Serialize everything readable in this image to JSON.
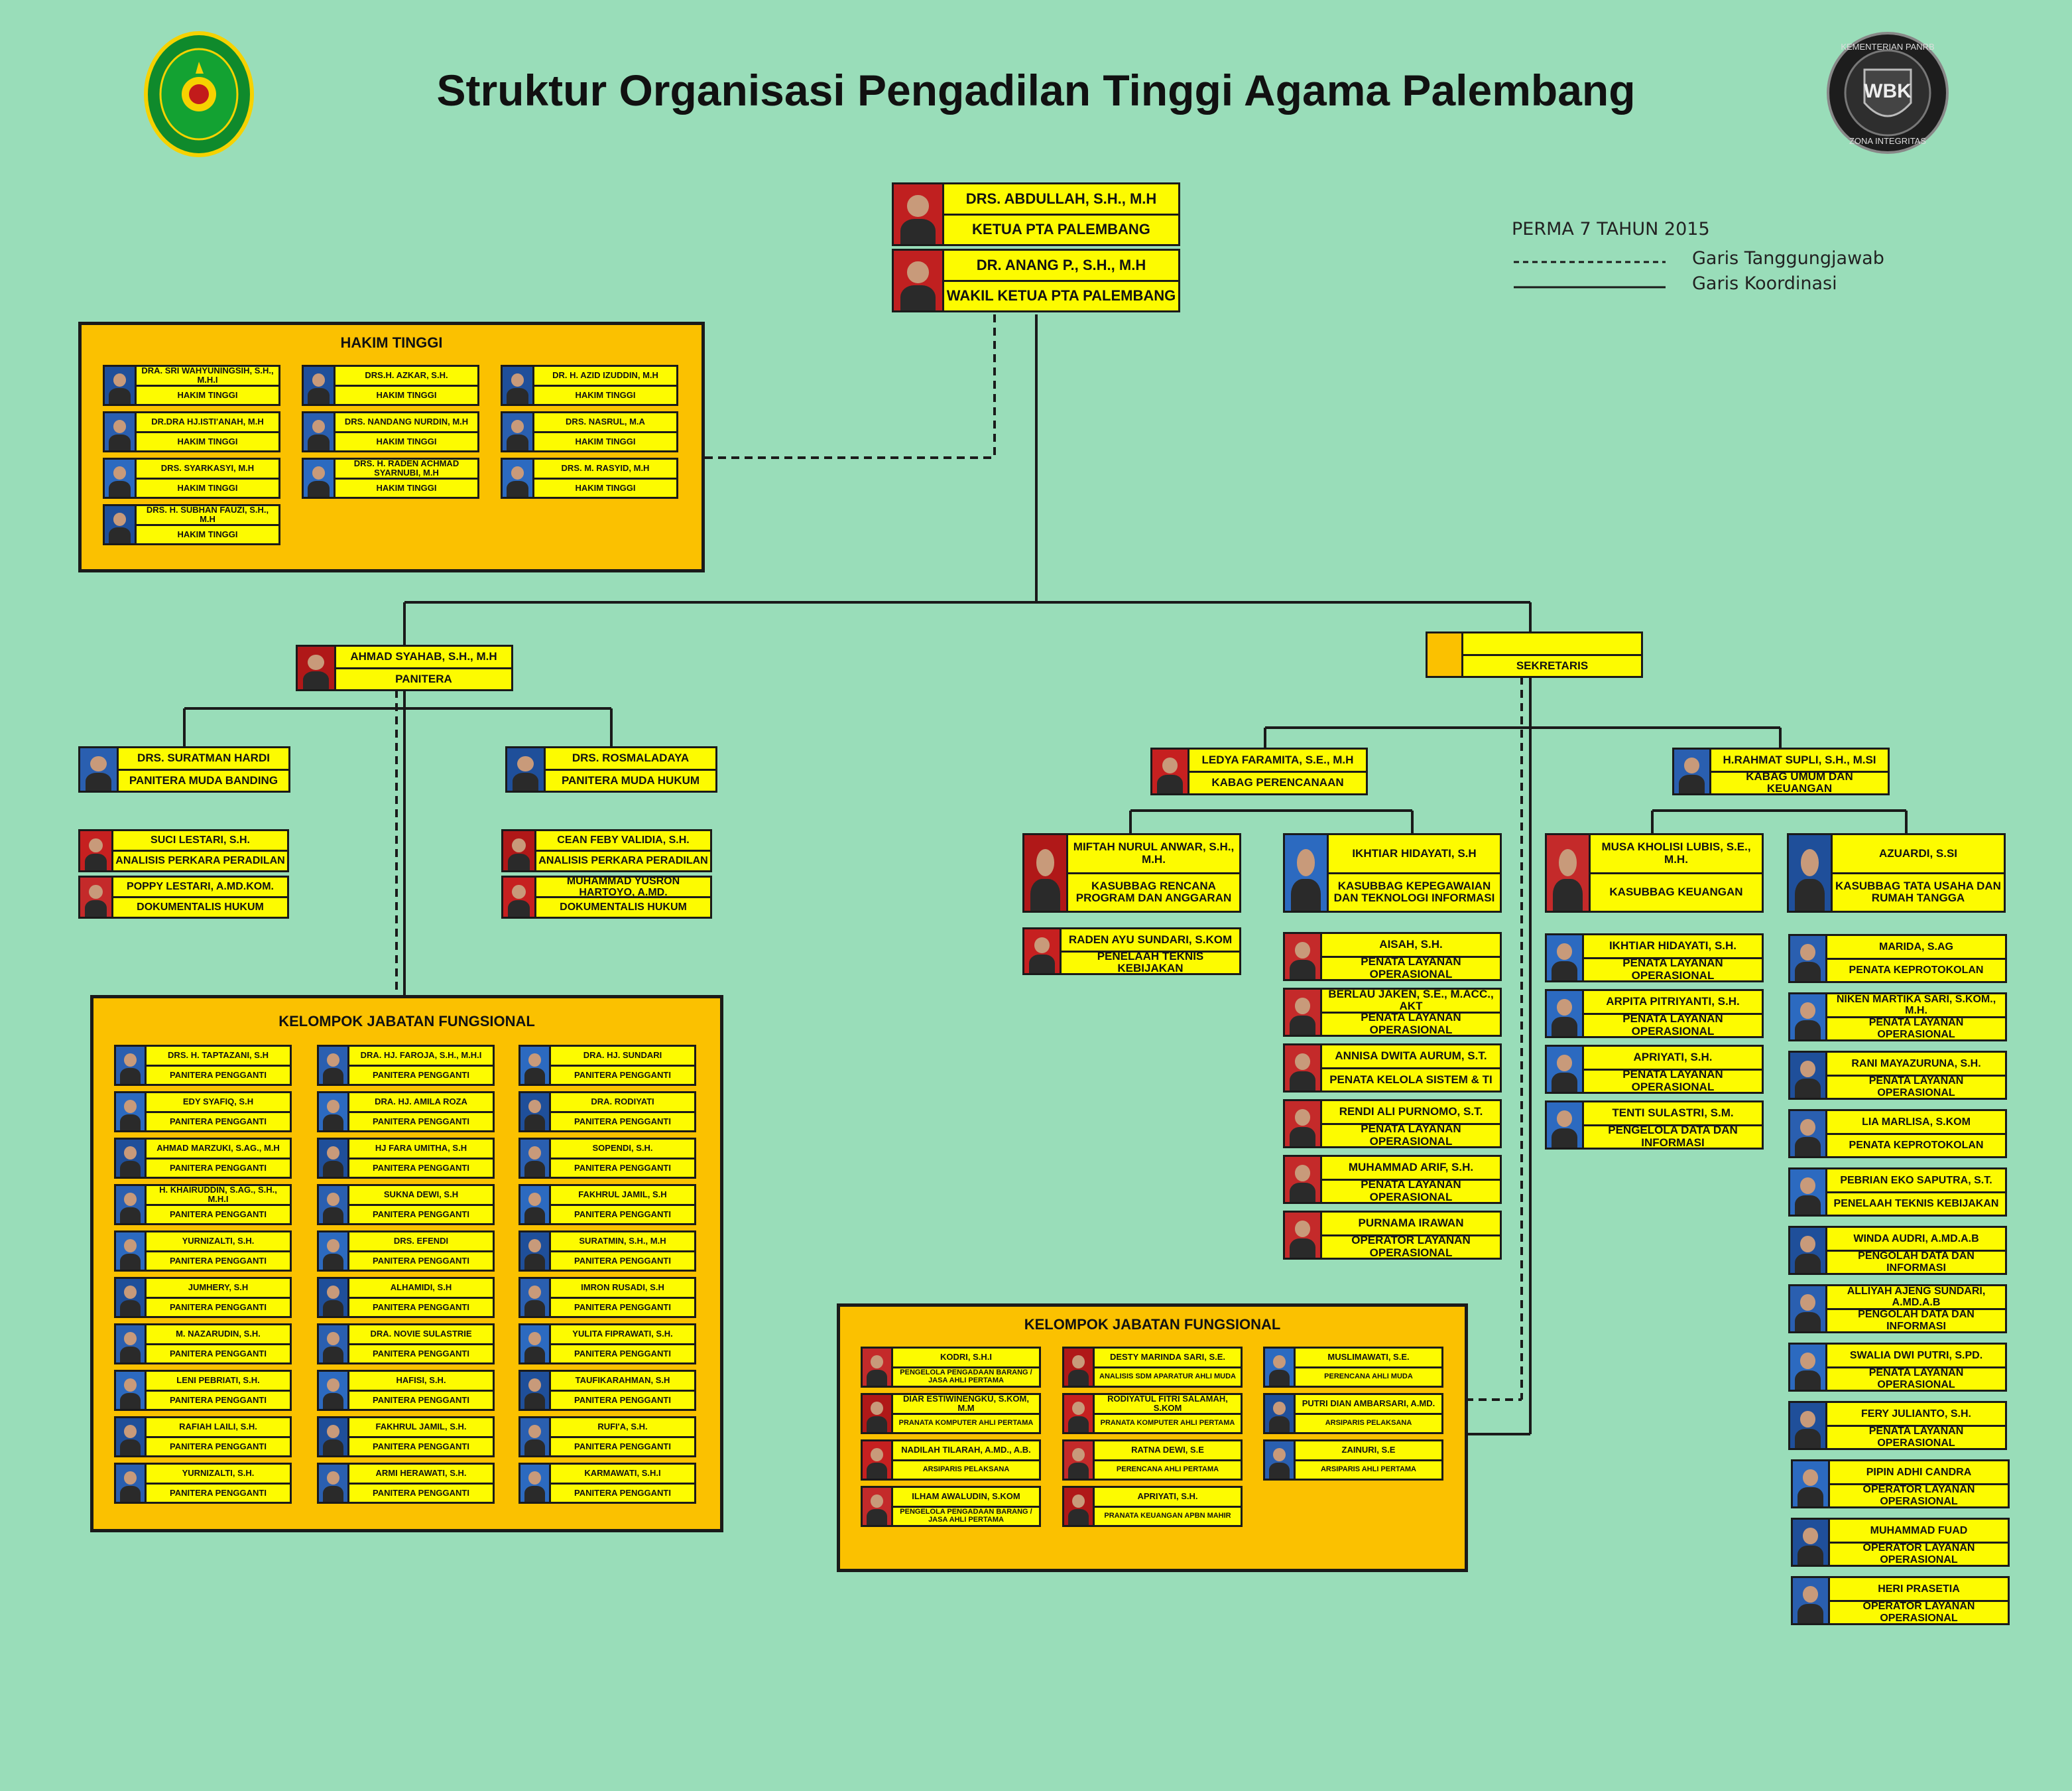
{
  "title": "Struktur Organisasi Pengadilan Tinggi Agama Palembang",
  "legend": {
    "regulation": "PERMA 7 TAHUN 2015",
    "dashed_label": "Garis Tanggungjawab",
    "solid_label": "Garis Koordinasi"
  },
  "logos": {
    "left": "PENGADILAN TINGGI AGAMA PALEMBANG",
    "right_top": "KEMENTERIAN PANRB",
    "right_mid": "WBK",
    "right_bottom": "ZONA INTEGRITAS"
  },
  "colors": {
    "background": "#99ddb9",
    "panel": "#fbc100",
    "card": "#fdfb00",
    "border": "#1a1a1a"
  },
  "leaders": {
    "ketua": {
      "name": "DRS. ABDULLAH, S.H., M.H",
      "role": "KETUA PTA PALEMBANG"
    },
    "wakil": {
      "name": "DR. ANANG P., S.H., M.H",
      "role": "WAKIL KETUA PTA PALEMBANG"
    }
  },
  "hakim": {
    "title": "HAKIM TINGGI",
    "members": [
      {
        "name": "DRA. SRI WAHYUNINGSIH, S.H., M.H.I",
        "role": "HAKIM TINGGI"
      },
      {
        "name": "DRS.H. AZKAR, S.H.",
        "role": "HAKIM TINGGI"
      },
      {
        "name": "DR. H. AZID IZUDDIN, M.H",
        "role": "HAKIM TINGGI"
      },
      {
        "name": "DR.DRA HJ.ISTI'ANAH, M.H",
        "role": "HAKIM TINGGI"
      },
      {
        "name": "DRS. NANDANG NURDIN, M.H",
        "role": "HAKIM TINGGI"
      },
      {
        "name": "DRS. NASRUL, M.A",
        "role": "HAKIM TINGGI"
      },
      {
        "name": "DRS. SYARKASYI, M.H",
        "role": "HAKIM TINGGI"
      },
      {
        "name": "DRS. H. RADEN ACHMAD SYARNUBI, M.H",
        "role": "HAKIM TINGGI"
      },
      {
        "name": "DRS. M. RASYID, M.H",
        "role": "HAKIM TINGGI"
      },
      {
        "name": "DRS. H. SUBHAN FAUZI, S.H., M.H",
        "role": "HAKIM TINGGI"
      }
    ]
  },
  "panitera": {
    "head": {
      "name": "AHMAD SYAHAB, S.H., M.H",
      "role": "PANITERA"
    },
    "banding": {
      "name": "DRS. SURATMAN HARDI",
      "role": "PANITERA MUDA BANDING"
    },
    "hukum": {
      "name": "DRS. ROSMALADAYA",
      "role": "PANITERA MUDA HUKUM"
    },
    "banding_staff": [
      {
        "name": "SUCI LESTARI, S.H.",
        "role": "ANALISIS PERKARA PERADILAN"
      },
      {
        "name": "POPPY LESTARI, A.MD.KOM.",
        "role": "DOKUMENTALIS HUKUM"
      }
    ],
    "hukum_staff": [
      {
        "name": "CEAN FEBY VALIDIA, S.H.",
        "role": "ANALISIS PERKARA PERADILAN"
      },
      {
        "name": "MUHAMMAD YUSRON HARTOYO, A.MD.",
        "role": "DOKUMENTALIS HUKUM"
      }
    ]
  },
  "fungsional_left": {
    "title": "KELOMPOK JABATAN FUNGSIONAL",
    "columns": [
      [
        {
          "name": "DRS. H. TAPTAZANI, S.H",
          "role": "PANITERA PENGGANTI"
        },
        {
          "name": "EDY SYAFIQ, S.H",
          "role": "PANITERA PENGGANTI"
        },
        {
          "name": "AHMAD MARZUKI, S.AG., M.H",
          "role": "PANITERA PENGGANTI"
        },
        {
          "name": "H. KHAIRUDDIN, S.AG., S.H., M.H.I",
          "role": "PANITERA PENGGANTI"
        },
        {
          "name": "YURNIZALTI, S.H.",
          "role": "PANITERA PENGGANTI"
        },
        {
          "name": "JUMHERY, S.H",
          "role": "PANITERA PENGGANTI"
        },
        {
          "name": "M. NAZARUDIN, S.H.",
          "role": "PANITERA PENGGANTI"
        },
        {
          "name": "LENI PEBRIATI, S.H.",
          "role": "PANITERA PENGGANTI"
        },
        {
          "name": "RAFIAH LAILI, S.H.",
          "role": "PANITERA PENGGANTI"
        },
        {
          "name": "YURNIZALTI, S.H.",
          "role": "PANITERA PENGGANTI"
        }
      ],
      [
        {
          "name": "DRA. HJ. FAROJA, S.H., M.H.I",
          "role": "PANITERA PENGGANTI"
        },
        {
          "name": "DRA. HJ. AMILA ROZA",
          "role": "PANITERA PENGGANTI"
        },
        {
          "name": "HJ FARA UMITHA, S.H",
          "role": "PANITERA PENGGANTI"
        },
        {
          "name": "SUKNA DEWI, S.H",
          "role": "PANITERA PENGGANTI"
        },
        {
          "name": "DRS. EFENDI",
          "role": "PANITERA PENGGANTI"
        },
        {
          "name": "ALHAMIDI, S.H",
          "role": "PANITERA PENGGANTI"
        },
        {
          "name": "DRA. NOVIE SULASTRIE",
          "role": "PANITERA PENGGANTI"
        },
        {
          "name": "HAFISI, S.H.",
          "role": "PANITERA PENGGANTI"
        },
        {
          "name": "FAKHRUL JAMIL, S.H.",
          "role": "PANITERA PENGGANTI"
        },
        {
          "name": "ARMI HERAWATI, S.H.",
          "role": "PANITERA PENGGANTI"
        }
      ],
      [
        {
          "name": "DRA. HJ. SUNDARI",
          "role": "PANITERA PENGGANTI"
        },
        {
          "name": "DRA. RODIYATI",
          "role": "PANITERA PENGGANTI"
        },
        {
          "name": "SOPENDI, S.H.",
          "role": "PANITERA PENGGANTI"
        },
        {
          "name": "FAKHRUL JAMIL, S.H",
          "role": "PANITERA PENGGANTI"
        },
        {
          "name": "SURATMIN, S.H., M.H",
          "role": "PANITERA PENGGANTI"
        },
        {
          "name": "IMRON RUSADI, S.H",
          "role": "PANITERA PENGGANTI"
        },
        {
          "name": "YULITA FIPRAWATI, S.H.",
          "role": "PANITERA PENGGANTI"
        },
        {
          "name": "TAUFIKARAHMAN, S.H",
          "role": "PANITERA PENGGANTI"
        },
        {
          "name": "RUFI'A, S.H.",
          "role": "PANITERA PENGGANTI"
        },
        {
          "name": "KARMAWATI, S.H.I",
          "role": "PANITERA PENGGANTI"
        }
      ]
    ]
  },
  "sekretaris": {
    "name": "",
    "role": "SEKRETARIS"
  },
  "perencanaan": {
    "head": {
      "name": "LEDYA FARAMITA, S.E., M.H",
      "role": "KABAG PERENCANAAN"
    },
    "program": {
      "name": "MIFTAH NURUL ANWAR, S.H., M.H.",
      "role": "KASUBBAG RENCANA PROGRAM DAN ANGGARAN"
    },
    "program_staff": [
      {
        "name": "RADEN AYU SUNDARI, S.KOM",
        "role": "PENELAAH TEKNIS KEBIJAKAN"
      }
    ],
    "kepegawaian": {
      "name": "IKHTIAR HIDAYATI, S.H",
      "role": "KASUBBAG KEPEGAWAIAN DAN TEKNOLOGI INFORMASI"
    },
    "kepegawaian_staff": [
      {
        "name": "AISAH, S.H.",
        "role": "PENATA LAYANAN OPERASIONAL"
      },
      {
        "name": "BERLAU JAKEN, S.E., M.ACC., AKT",
        "role": "PENATA LAYANAN OPERASIONAL"
      },
      {
        "name": "ANNISA DWITA AURUM, S.T.",
        "role": "PENATA KELOLA SISTEM & TI"
      },
      {
        "name": "RENDI ALI PURNOMO, S.T.",
        "role": "PENATA LAYANAN OPERASIONAL"
      },
      {
        "name": "MUHAMMAD ARIF, S.H.",
        "role": "PENATA LAYANAN OPERASIONAL"
      },
      {
        "name": "PURNAMA IRAWAN",
        "role": "OPERATOR LAYANAN OPERASIONAL"
      }
    ]
  },
  "umum": {
    "head": {
      "name": "H.RAHMAT SUPLI, S.H., M.SI",
      "role": "KABAG UMUM DAN KEUANGAN"
    },
    "keuangan": {
      "name": "MUSA KHOLISI LUBIS, S.E., M.H.",
      "role": "KASUBBAG KEUANGAN"
    },
    "keuangan_staff": [
      {
        "name": "IKHTIAR HIDAYATI, S.H.",
        "role": "PENATA LAYANAN OPERASIONAL"
      },
      {
        "name": "ARPITA PITRIYANTI, S.H.",
        "role": "PENATA LAYANAN OPERASIONAL"
      },
      {
        "name": "APRIYATI, S.H.",
        "role": "PENATA LAYANAN OPERASIONAL"
      },
      {
        "name": "TENTI SULASTRI, S.M.",
        "role": "PENGELOLA DATA DAN INFORMASI"
      }
    ],
    "tatausaha": {
      "name": "AZUARDI, S.SI",
      "role": "KASUBBAG TATA USAHA DAN RUMAH TANGGA"
    },
    "tatausaha_staff": [
      {
        "name": "MARIDA, S.AG",
        "role": "PENATA KEPROTOKOLAN"
      },
      {
        "name": "NIKEN MARTIKA SARI, S.KOM., M.H.",
        "role": "PENATA LAYANAN OPERASIONAL"
      },
      {
        "name": "RANI MAYAZURUNA, S.H.",
        "role": "PENATA LAYANAN OPERASIONAL"
      },
      {
        "name": "LIA MARLISA, S.KOM",
        "role": "PENATA KEPROTOKOLAN"
      },
      {
        "name": "PEBRIAN EKO SAPUTRA, S.T.",
        "role": "PENELAAH TEKNIS KEBIJAKAN"
      },
      {
        "name": "WINDA AUDRI, A.MD.A.B",
        "role": "PENGOLAH DATA DAN INFORMASI"
      },
      {
        "name": "ALLIYAH AJENG SUNDARI, A.MD.A.B",
        "role": "PENGOLAH DATA DAN INFORMASI"
      },
      {
        "name": "SWALIA DWI PUTRI, S.PD.",
        "role": "PENATA LAYANAN OPERASIONAL"
      },
      {
        "name": "FERY JULIANTO, S.H.",
        "role": "PENATA LAYANAN OPERASIONAL"
      },
      {
        "name": "PIPIN ADHI CANDRA",
        "role": "OPERATOR LAYANAN OPERASIONAL"
      },
      {
        "name": "MUHAMMAD FUAD",
        "role": "OPERATOR LAYANAN OPERASIONAL"
      },
      {
        "name": "HERI PRASETIA",
        "role": "OPERATOR LAYANAN OPERASIONAL"
      }
    ]
  },
  "fungsional_right": {
    "title": "KELOMPOK JABATAN FUNGSIONAL",
    "columns": [
      [
        {
          "name": "KODRI, S.H.I",
          "role": "PENGELOLA PENGADAAN BARANG / JASA AHLI PERTAMA"
        },
        {
          "name": "DIAR ESTIWINENGKU, S.KOM, M.M",
          "role": "PRANATA KOMPUTER AHLI PERTAMA"
        },
        {
          "name": "NADILAH TILARAH, A.MD., A.B.",
          "role": "ARSIPARIS PELAKSANA"
        },
        {
          "name": "ILHAM AWALUDIN, S.KOM",
          "role": "PENGELOLA PENGADAAN BARANG / JASA AHLI PERTAMA"
        }
      ],
      [
        {
          "name": "DESTY MARINDA SARI, S.E.",
          "role": "ANALISIS SDM APARATUR AHLI MUDA"
        },
        {
          "name": "RODIYATUL FITRI SALAMAH, S.KOM",
          "role": "PRANATA KOMPUTER AHLI PERTAMA"
        },
        {
          "name": "RATNA DEWI, S.E",
          "role": "PERENCANA AHLI PERTAMA"
        },
        {
          "name": "APRIYATI, S.H.",
          "role": "PRANATA KEUANGAN APBN MAHIR"
        }
      ],
      [
        {
          "name": "MUSLIMAWATI, S.E.",
          "role": "PERENCANA AHLI MUDA"
        },
        {
          "name": "PUTRI DIAN AMBARSARI, A.MD.",
          "role": "ARSIPARIS PELAKSANA"
        },
        {
          "name": "ZAINURI, S.E",
          "role": "ARSIPARIS AHLI PERTAMA"
        }
      ]
    ]
  }
}
